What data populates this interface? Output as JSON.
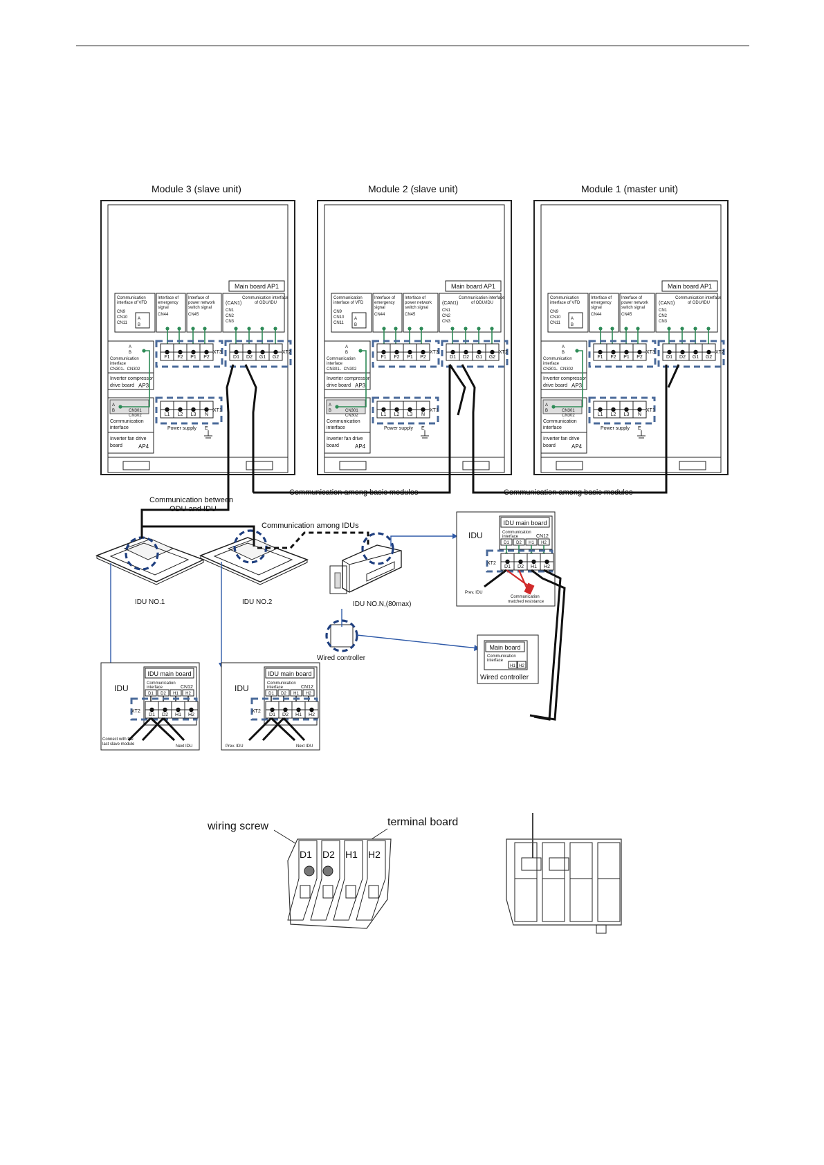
{
  "modules": [
    {
      "title": "Module 3 (slave unit)",
      "is_master": false
    },
    {
      "title": "Module 2 (slave unit)",
      "is_master": false
    },
    {
      "title": "Module 1 (master unit)",
      "is_master": true
    }
  ],
  "module_labels": {
    "main_board": "Main board AP1",
    "vfd_comm_1": "Communication",
    "vfd_comm_2": "interface of VFD",
    "cn9": "CN9",
    "cn10": "CN10",
    "cn11": "CN11",
    "a": "A",
    "b": "B",
    "emerg_1": "Interface of",
    "emerg_2": "emergency",
    "emerg_3": "signal",
    "cn44": "CN44",
    "power_1": "Interface of",
    "power_2": "power network",
    "power_3": "switch signal",
    "cn45": "CN45",
    "odu_comm_1": "Communication interface",
    "odu_comm_2": "of ODU/IDU",
    "can1": "(CAN1)",
    "cn1": "CN1",
    "cn2": "CN2",
    "cn3": "CN3",
    "xt2": "XT2",
    "xt3": "XT3",
    "xt1": "XT1",
    "comp_comm_1": "Communication",
    "comp_comm_2": "interface",
    "cn301_302": "CN301、CN302",
    "inv_comp_1": "Inverter compressor",
    "inv_comp_2": "drive board",
    "ap3": "AP3",
    "cn301": "CN301",
    "cn302": "CN302",
    "fan_comm_1": "Communication",
    "fan_comm_2": "interface",
    "inv_fan_1": "Inverter fan drive",
    "inv_fan_2": "board",
    "ap4": "AP4",
    "power_supply": "Power supply",
    "earth": "E",
    "xt3_terms": [
      "F1",
      "F2",
      "P1",
      "P2"
    ],
    "xt2_terms": [
      "D1",
      "D2",
      "G1",
      "G2"
    ],
    "xt1_terms": [
      "L1",
      "L2",
      "L3",
      "N"
    ]
  },
  "wiring_labels": {
    "odu_idu_1": "Communication between",
    "odu_idu_2": "ODU and IDU",
    "among_modules": "Communication among basic modules",
    "among_idus": "Communication among IDUs",
    "idu1": "IDU NO.1",
    "idu2": "IDU NO.2",
    "iduN": "IDU NO.N,(80max)",
    "wired_controller": "Wired controller"
  },
  "idu_board": {
    "idu": "IDU",
    "main_board": "IDU main board",
    "comm_1": "Communication",
    "comm_2": "interface",
    "cn12": "CN12",
    "xt2": "XT2",
    "terms": [
      "D1",
      "D2",
      "H1",
      "H2"
    ],
    "connect_1": "Connect with the",
    "connect_2": "last slave module",
    "prev_idu": "Prev. IDU",
    "next_idu": "Next IDU",
    "matched_1": "Communication",
    "matched_2": "matched resistance"
  },
  "wired_controller_board": {
    "main_board": "Main board",
    "comm_1": "Communication",
    "comm_2": "interface",
    "terms": [
      "H1",
      "H2"
    ],
    "label": "Wired controller"
  },
  "terminal_detail": {
    "wiring_screw": "wiring screw",
    "terminal_board": "terminal board",
    "terms": [
      "D1",
      "D2",
      "H1",
      "H2"
    ]
  },
  "colors": {
    "green_wire": "#2e8b57",
    "blue_dash": "#4a6a9a",
    "blue_pointer": "#2f5aa8",
    "red_resistor": "#d12a2a"
  }
}
